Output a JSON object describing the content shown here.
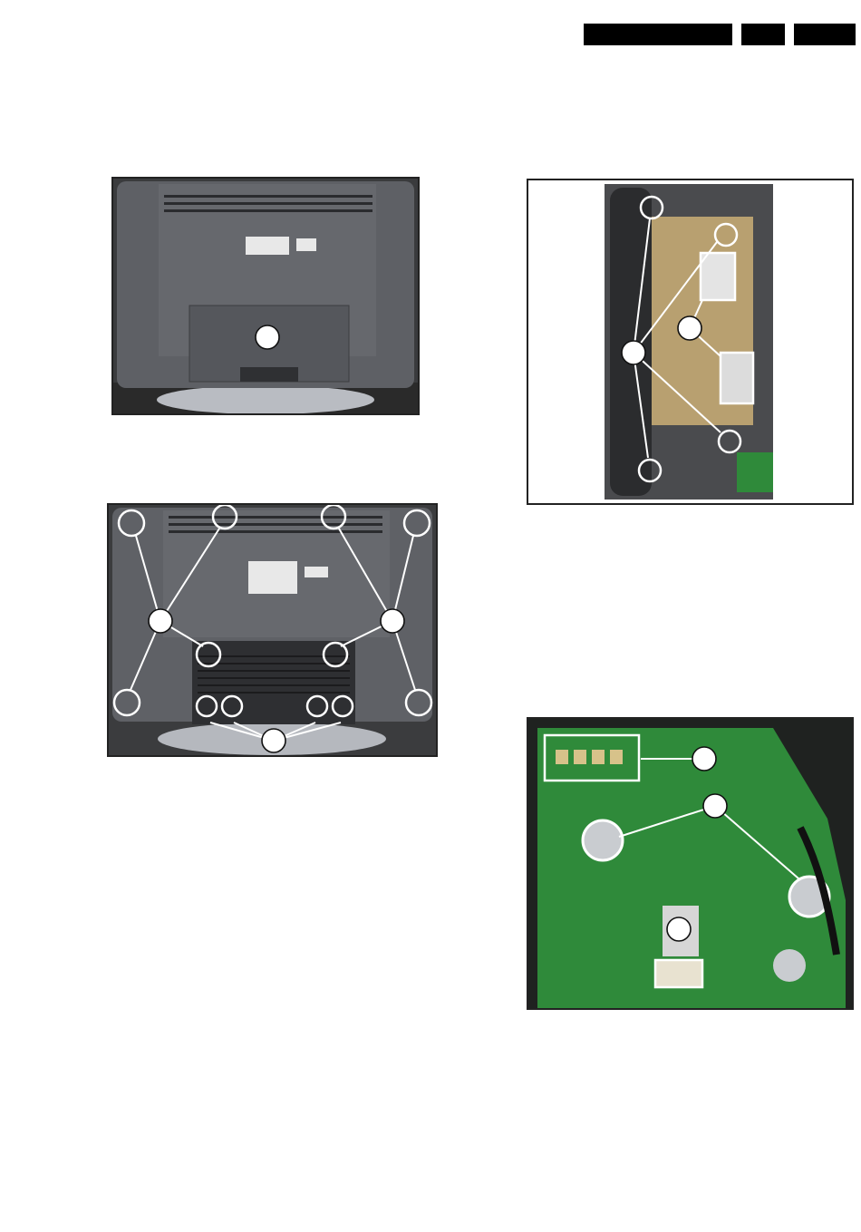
{
  "header": {
    "blocks": [
      "",
      "",
      ""
    ]
  },
  "figures": [
    {
      "id": "fig-rear-cover",
      "description_label": ""
    },
    {
      "id": "fig-rear-screws",
      "description_label": ""
    },
    {
      "id": "fig-board-unit",
      "description_label": ""
    },
    {
      "id": "fig-pcb-detail",
      "description_label": ""
    }
  ],
  "colors": {
    "housing": "#5b5d62",
    "pcb_green": "#2f8a3a",
    "board_tan": "#b8a070"
  }
}
